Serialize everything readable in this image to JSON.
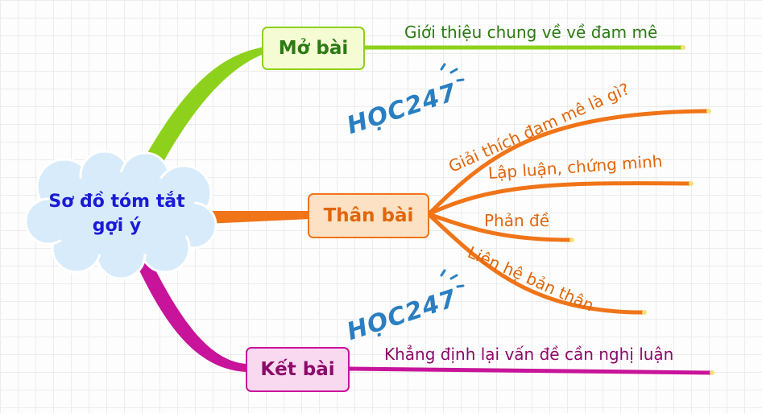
{
  "root": {
    "line1": "Sơ đồ tóm tắt",
    "line2": "gợi ý"
  },
  "watermark": "HỌC247",
  "branches": {
    "mo_bai": {
      "title": "Mở bài",
      "items": [
        "Giới thiệu chung về về đam mê"
      ]
    },
    "than_bai": {
      "title": "Thân bài",
      "items": [
        "Giải thích đam mê là gì?",
        "Lập luận, chứng minh",
        "Phản đề",
        "Liên hệ bản thân"
      ]
    },
    "ket_bai": {
      "title": "Kết bài",
      "items": [
        "Khẳng định lại vấn đề cần nghị luận"
      ]
    }
  },
  "colors": {
    "mo_bai": "#8ed11c",
    "than_bai": "#f07418",
    "ket_bai": "#c8149a",
    "root_text": "#1a1ad6",
    "watermark": "#2a7fc1"
  }
}
